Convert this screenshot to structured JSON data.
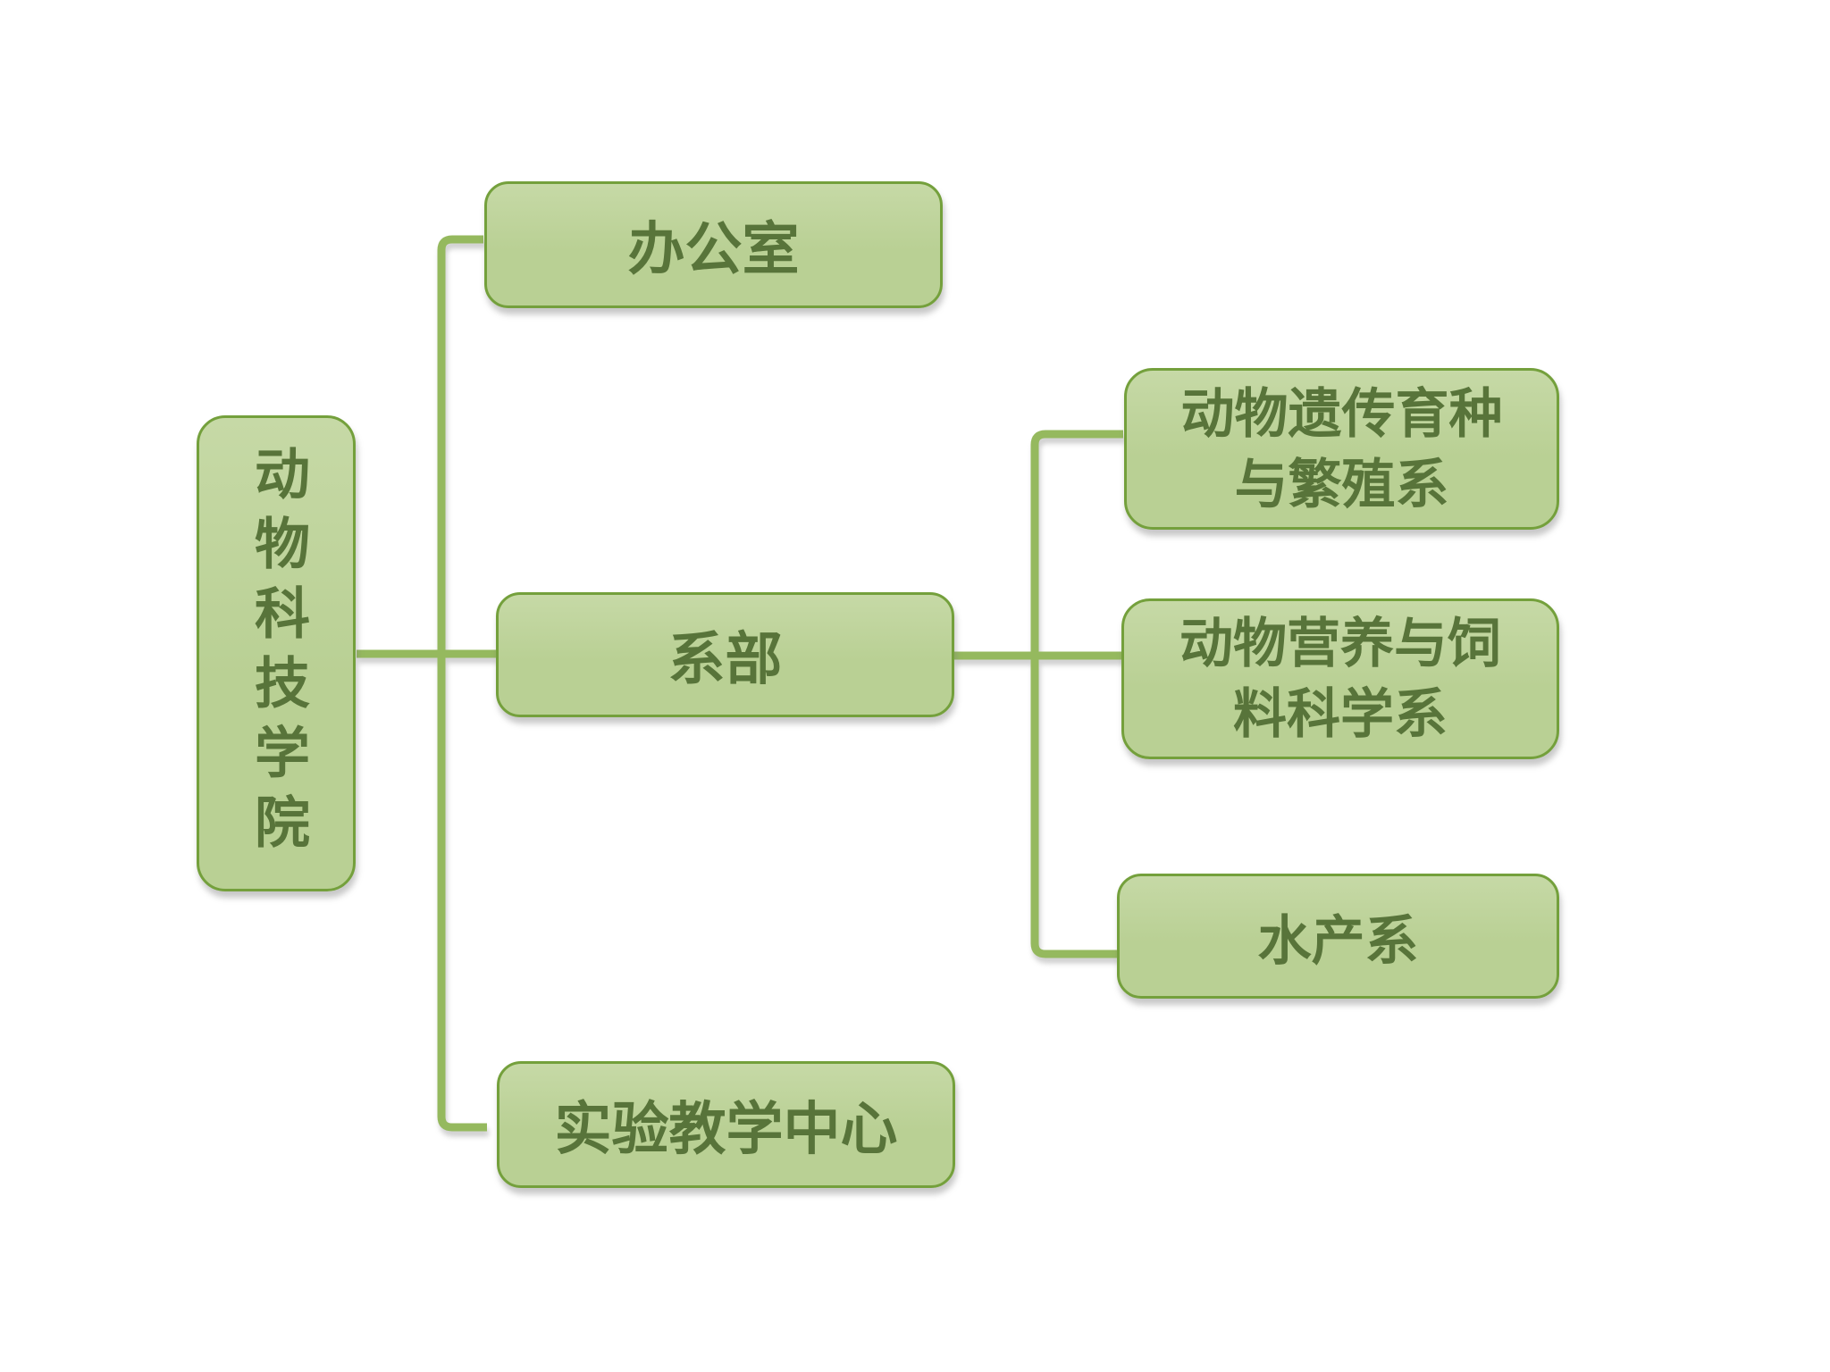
{
  "page": {
    "type": "org-chart"
  },
  "colors": {
    "node_fill": "#b9d094",
    "node_fill_light": "#c6d9a6",
    "node_border": "#74a03c",
    "node_text": "#58743a",
    "connector": "#95b95e",
    "background": "#ffffff"
  },
  "diagram": {
    "root": {
      "label": "动物科技学院"
    },
    "branches": [
      {
        "label": "办公室"
      },
      {
        "label": "系部"
      },
      {
        "label": "实验教学中心"
      }
    ],
    "departments": [
      {
        "label": "动物遗传育种与繁殖系",
        "lines": [
          "动物遗传育种",
          "与繁殖系"
        ]
      },
      {
        "label": "动物营养与饲料科学系",
        "lines": [
          "动物营养与饲",
          "料科学系"
        ]
      },
      {
        "label": "水产系",
        "lines": [
          "水产系"
        ]
      }
    ]
  }
}
